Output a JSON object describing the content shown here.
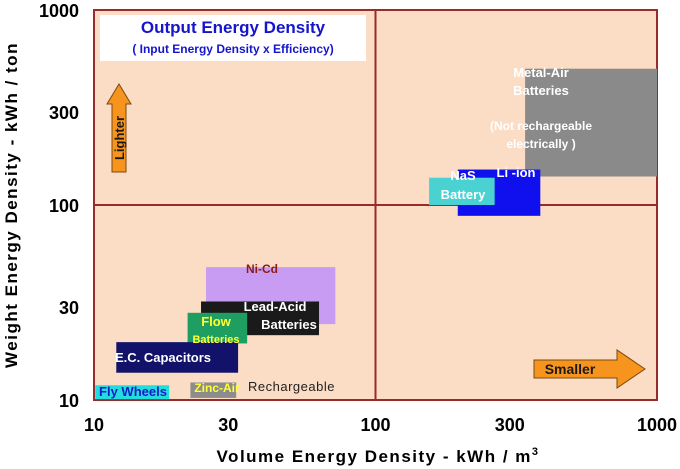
{
  "chart_data": {
    "type": "area",
    "title": "Output Energy Density",
    "subtitle": "( Input Energy Density x Efficiency)",
    "xlabel": "Volume Energy Density - kWh / m",
    "xlabel_superscript": "3",
    "ylabel": "Weight Energy Density - kWh / ton",
    "x_scale": "log",
    "y_scale": "log",
    "xlim": [
      10,
      1000
    ],
    "ylim": [
      10,
      1000
    ],
    "x_ticks": [
      10,
      30,
      100,
      300,
      1000
    ],
    "y_ticks": [
      10,
      30,
      100,
      300,
      1000
    ],
    "x_tick_labels": [
      "10",
      "30",
      "100",
      "300",
      "1000"
    ],
    "y_tick_labels": [
      "10",
      "30",
      "100",
      "300",
      "1000"
    ],
    "reference_lines": {
      "x": 100,
      "y": 100
    },
    "background": "#fbdcc4",
    "grid_color": "#9b2a2a",
    "regions": [
      {
        "name": "Metal-Air Batteries",
        "note": "(Not rechargeable electrically )",
        "x_range": [
          340,
          1100
        ],
        "y_range": [
          140,
          500
        ],
        "color": "#8a8a8a",
        "text_color": "#ffffff"
      },
      {
        "name": "Li -ion",
        "x_range": [
          196,
          385
        ],
        "y_range": [
          88,
          152
        ],
        "color": "#1010ee",
        "text_color": "#ffffff"
      },
      {
        "name": "NaS Battery",
        "x_range": [
          155,
          265
        ],
        "y_range": [
          100,
          138
        ],
        "color": "#4ad2d2",
        "text_color": "#ffffff"
      },
      {
        "name": "Ni-Cd",
        "x_range": [
          25,
          72
        ],
        "y_range": [
          24.5,
          48
        ],
        "color": "#c89cf2",
        "text_color": "#8b1a1a"
      },
      {
        "name": "Lead-Acid Batteries",
        "x_range": [
          24,
          63
        ],
        "y_range": [
          21.5,
          32
        ],
        "color": "#1a1a1a",
        "text_color": "#ffffff"
      },
      {
        "name": "Flow Batteries",
        "x_range": [
          21.5,
          35
        ],
        "y_range": [
          19.5,
          28
        ],
        "color": "#1f9e62",
        "text_color": "#ffff33"
      },
      {
        "name": "E.C. Capacitors",
        "x_range": [
          12,
          32.5
        ],
        "y_range": [
          13.8,
          19.8
        ],
        "color": "#12126a",
        "text_color": "#ffffff"
      },
      {
        "name": "Zinc-Air",
        "x_range": [
          22,
          32
        ],
        "y_range": [
          10.25,
          12.3
        ],
        "color": "#8c8c8c",
        "text_color": "#ffff33"
      },
      {
        "name": "Fly Wheels",
        "x_range": [
          10.1,
          18.5
        ],
        "y_range": [
          10.1,
          11.9
        ],
        "color": "#22dddd",
        "text_color": "#1a1acc"
      }
    ],
    "annotations": [
      {
        "text": "Rechargeable",
        "x": 32,
        "y": 11.4
      },
      {
        "text": "Lighter",
        "direction": "up",
        "x": 12.8,
        "y": 250,
        "color": "#f7941d"
      },
      {
        "text": "Smaller",
        "direction": "right",
        "x": 600,
        "y": 14.6,
        "color": "#f7941d"
      }
    ]
  }
}
